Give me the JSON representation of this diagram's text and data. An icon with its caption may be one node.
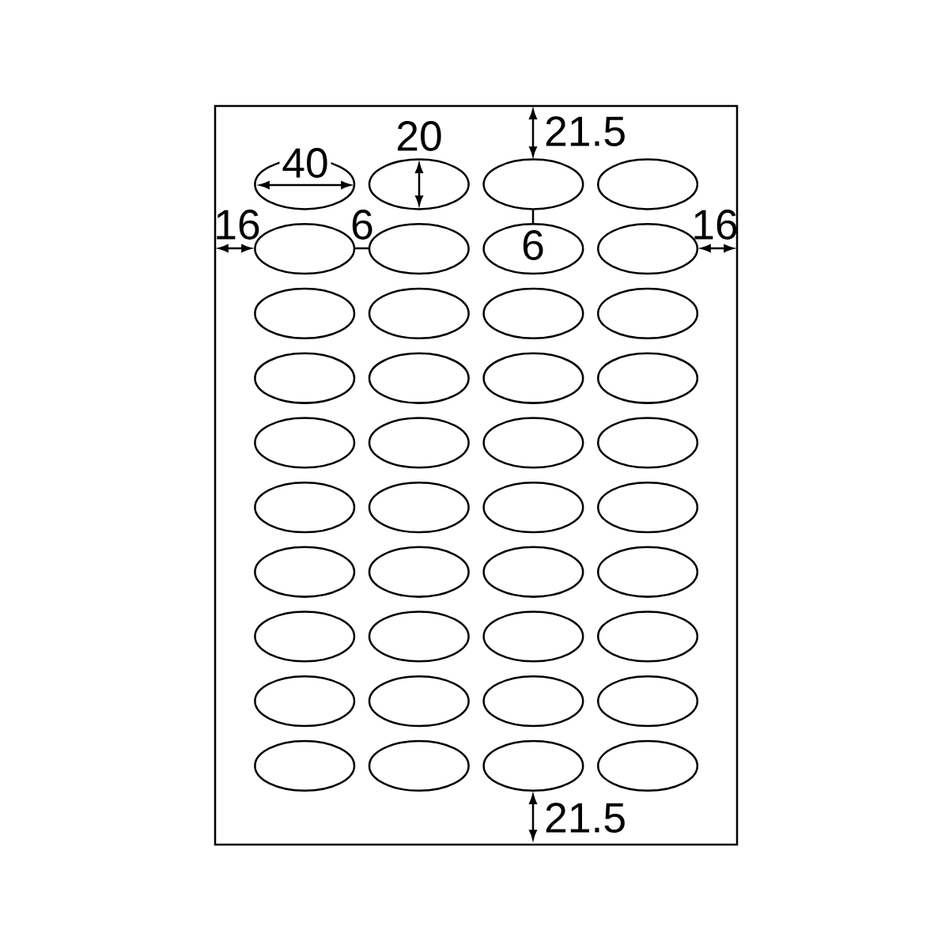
{
  "diagram": {
    "nodes": [
      {
        "text": [],
        "shape": "box"
      },
      {
        "text": [],
        "shape": "ellipse",
        "in": 0
      },
      {
        "text": [],
        "shape": "ellipse",
        "in": 0
      },
      {
        "text": [],
        "shape": "ellipse",
        "in": 0
      },
      {
        "text": [],
        "shape": "ellipse",
        "in": 0
      },
      {
        "text": [],
        "shape": "ellipse",
        "in": 0
      },
      {
        "text": [],
        "shape": "ellipse",
        "in": 0
      },
      {
        "text": [],
        "shape": "ellipse",
        "in": 0
      },
      {
        "text": [],
        "shape": "ellipse",
        "in": 0
      },
      {
        "text": [],
        "shape": "ellipse",
        "in": 0
      },
      {
        "text": [],
        "shape": "ellipse",
        "in": 0
      },
      {
        "text": [],
        "shape": "ellipse",
        "in": 0
      },
      {
        "text": [],
        "shape": "ellipse",
        "in": 0
      },
      {
        "text": [],
        "shape": "ellipse",
        "in": 0
      },
      {
        "text": [],
        "shape": "ellipse",
        "in": 0
      },
      {
        "text": [],
        "shape": "ellipse",
        "in": 0
      },
      {
        "text": [],
        "shape": "ellipse",
        "in": 0
      },
      {
        "text": [],
        "shape": "ellipse",
        "in": 0
      },
      {
        "text": [],
        "shape": "ellipse",
        "in": 0
      },
      {
        "text": [],
        "shape": "ellipse",
        "in": 0
      },
      {
        "text": [],
        "shape": "ellipse",
        "in": 0
      },
      {
        "text": [],
        "shape": "ellipse",
        "in": 0
      },
      {
        "text": [],
        "shape": "ellipse",
        "in": 0
      },
      {
        "text": [],
        "shape": "ellipse",
        "in": 0
      },
      {
        "text": [],
        "shape": "ellipse",
        "in": 0
      },
      {
        "text": [],
        "shape": "ellipse",
        "in": 0
      },
      {
        "text": [],
        "shape": "ellipse",
        "in": 0
      },
      {
        "text": [],
        "shape": "ellipse",
        "in": 0
      },
      {
        "text": [],
        "shape": "ellipse",
        "in": 0
      },
      {
        "text": [],
        "shape": "ellipse",
        "in": 0
      },
      {
        "text": [],
        "shape": "ellipse",
        "in": 0
      },
      {
        "text": [],
        "shape": "ellipse",
        "in": 0
      },
      {
        "text": [],
        "shape": "ellipse",
        "in": 0
      },
      {
        "text": [],
        "shape": "ellipse",
        "in": 0
      },
      {
        "text": [],
        "shape": "ellipse",
        "in": 0
      },
      {
        "text": [],
        "shape": "ellipse",
        "in": 0
      },
      {
        "text": [],
        "shape": "ellipse",
        "in": 0
      },
      {
        "text": [],
        "shape": "ellipse",
        "in": 0
      },
      {
        "text": [],
        "shape": "ellipse",
        "in": 0
      },
      {
        "text": [],
        "shape": "ellipse",
        "in": 0
      },
      {
        "text": [],
        "shape": "ellipse",
        "in": 0
      }
    ],
    "labels": [
      "20",
      "21.5",
      "40",
      "16",
      "6",
      "6",
      "16",
      "21.5"
    ]
  }
}
